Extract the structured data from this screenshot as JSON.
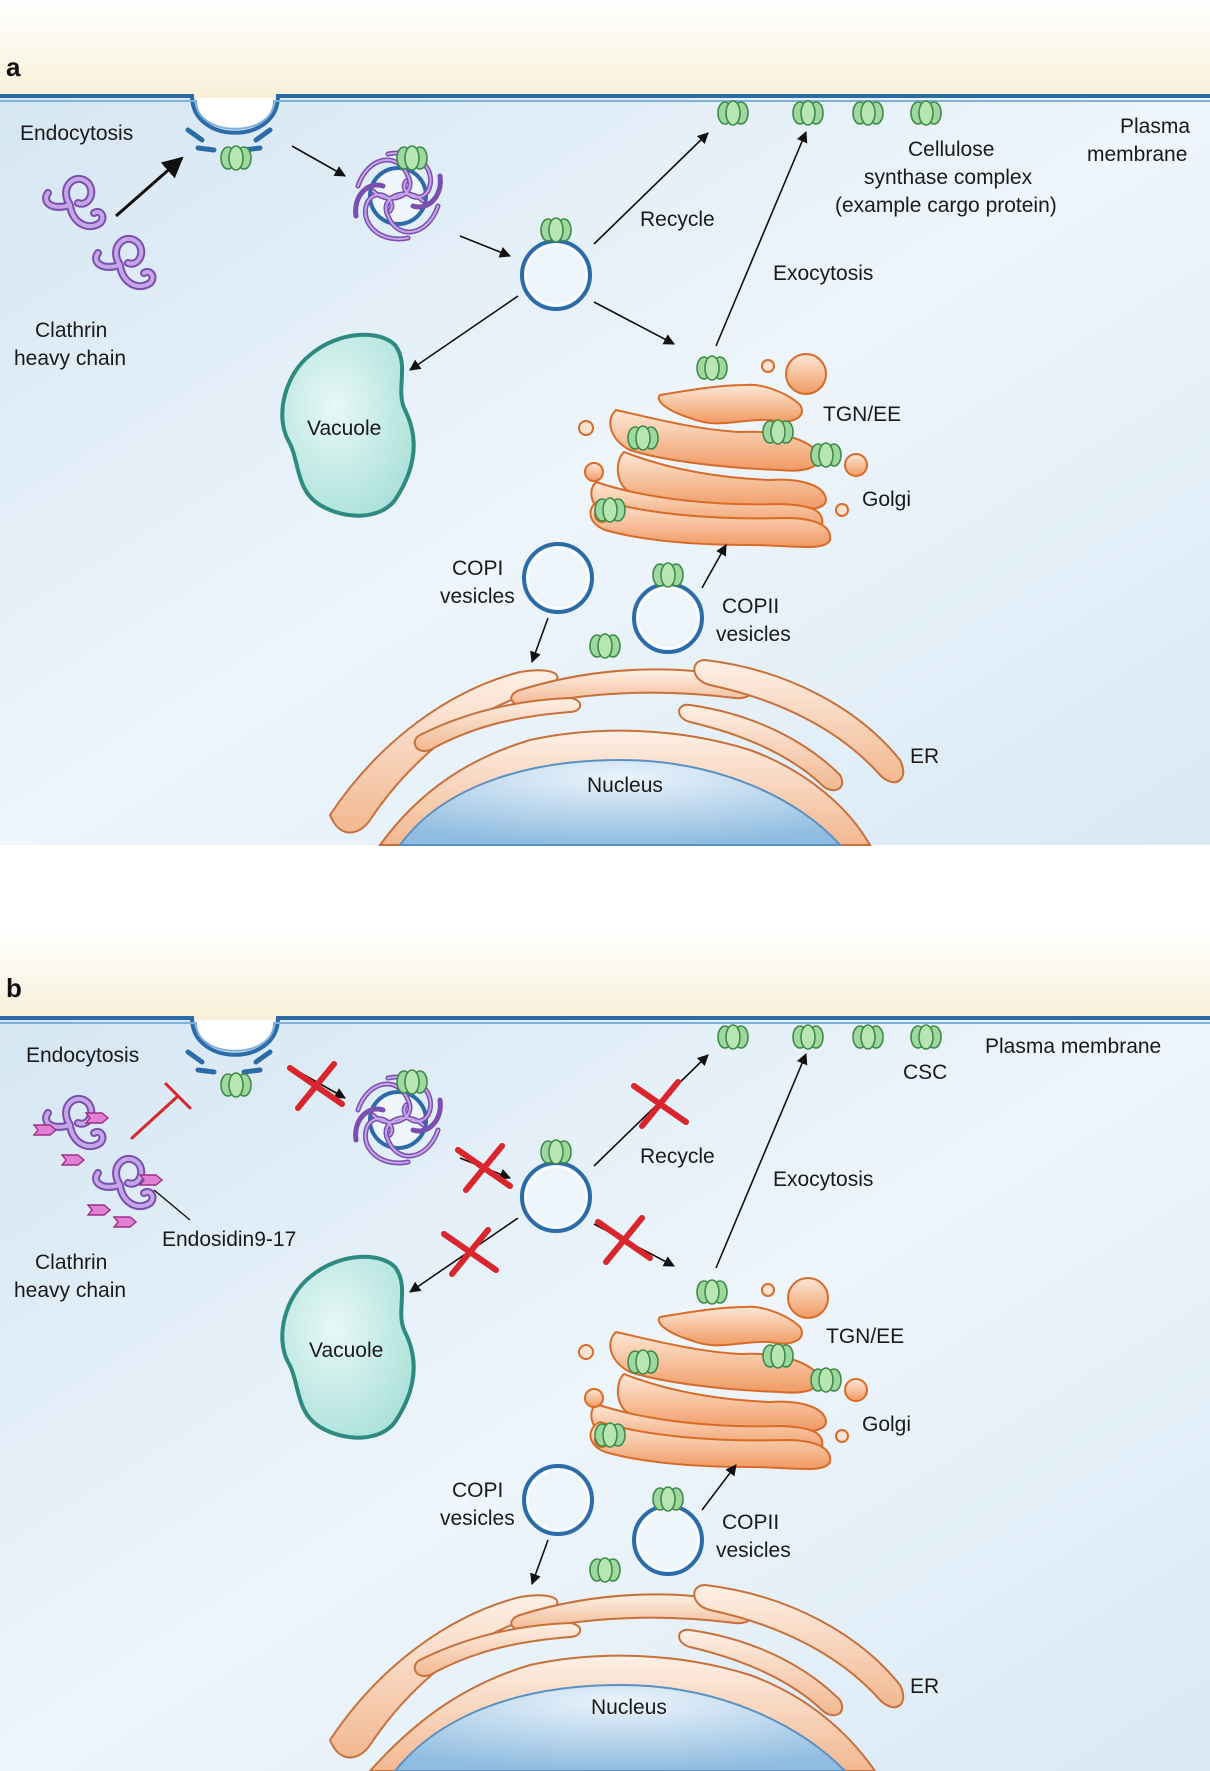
{
  "panel_a": {
    "letter": "a",
    "endocytosis": "Endocytosis",
    "clathrin": [
      "Clathrin",
      "heavy chain"
    ],
    "recycle": "Recycle",
    "exocytosis": "Exocytosis",
    "plasma_membrane": [
      "Plasma",
      "membrane"
    ],
    "cargo": [
      "Cellulose",
      "synthase complex",
      "(example cargo protein)"
    ],
    "vacuole": "Vacuole",
    "tgn": "TGN/EE",
    "golgi": "Golgi",
    "copi": [
      "COPI",
      "vesicles"
    ],
    "copii": [
      "COPII",
      "vesicles"
    ],
    "er": "ER",
    "nucleus": "Nucleus"
  },
  "panel_b": {
    "letter": "b",
    "endocytosis": "Endocytosis",
    "clathrin": [
      "Clathrin",
      "heavy chain"
    ],
    "inhibitor": "Endosidin9-17",
    "recycle": "Recycle",
    "exocytosis": "Exocytosis",
    "plasma_membrane": "Plasma membrane",
    "csc": "CSC",
    "vacuole": "Vacuole",
    "tgn": "TGN/EE",
    "golgi": "Golgi",
    "copi": [
      "COPI",
      "vesicles"
    ],
    "copii": [
      "COPII",
      "vesicles"
    ],
    "er": "ER",
    "nucleus": "Nucleus"
  },
  "colors": {
    "cytoplasm": "#e3eff8",
    "extracellular": "#fbf5e3",
    "membrane": "#2c6aa8",
    "vesicle_fill": "#eef6fc",
    "golgi": "#f3a676",
    "er": "#f4c7a8",
    "vacuole": "#bfe8e3",
    "cargo_green": "#8fd08f",
    "clathrin": "#9b6fc4",
    "inhibitor": "#d96fc4",
    "block_red": "#d8262c"
  }
}
